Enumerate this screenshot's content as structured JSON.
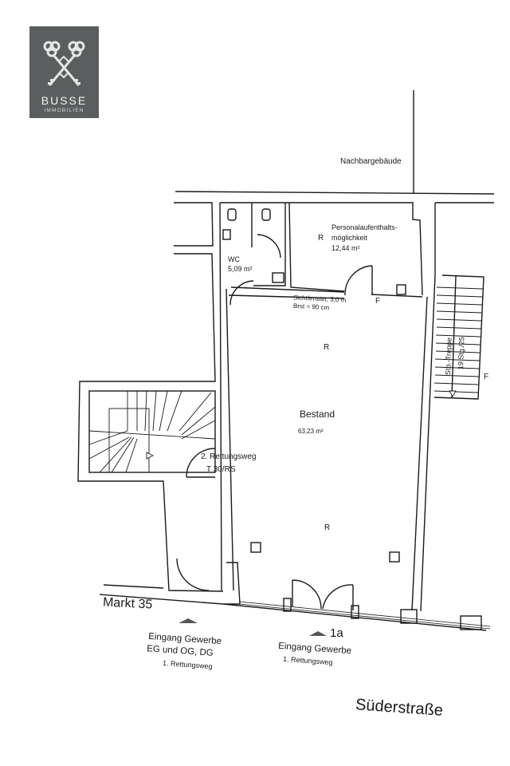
{
  "logo": {
    "title": "BUSSE",
    "subtitle": "IMMOBILIEN",
    "background": "#5b5e5e",
    "icon": "crossed-keys-icon"
  },
  "plan": {
    "neighbor_label": "Nachbargebäude",
    "rooms": {
      "wc": {
        "name": "WC",
        "area": "5,09 m²"
      },
      "staff": {
        "marker": "R",
        "name": "Personalaufenthalts-",
        "name2": "möglichkeit",
        "area": "12,44 m²"
      },
      "main": {
        "name": "Bestand",
        "area": "63,23 m²",
        "marker_top": "R",
        "marker_bottom": "R"
      }
    },
    "window_note": {
      "line1": "Sichtfenster, 3,0 m",
      "line2": "Brst = 90 cm"
    },
    "fire_markers": [
      "F",
      "F"
    ],
    "stair_right": {
      "line1": "Stb.-Treppe",
      "line2": "19 Stg./25"
    },
    "escape_route_2": {
      "line1": "2. Rettungsweg",
      "line2": "T 30/RS"
    },
    "street_markt": "Markt 35",
    "street_sueder": "Süderstraße",
    "entrance_left": {
      "line1": "Eingang Gewerbe",
      "line2": "EG und OG, DG",
      "line3": "1. Rettungsweg"
    },
    "entrance_right": {
      "number": "1a",
      "line1": "Eingang Gewerbe",
      "line2": "1. Rettungsweg"
    }
  }
}
